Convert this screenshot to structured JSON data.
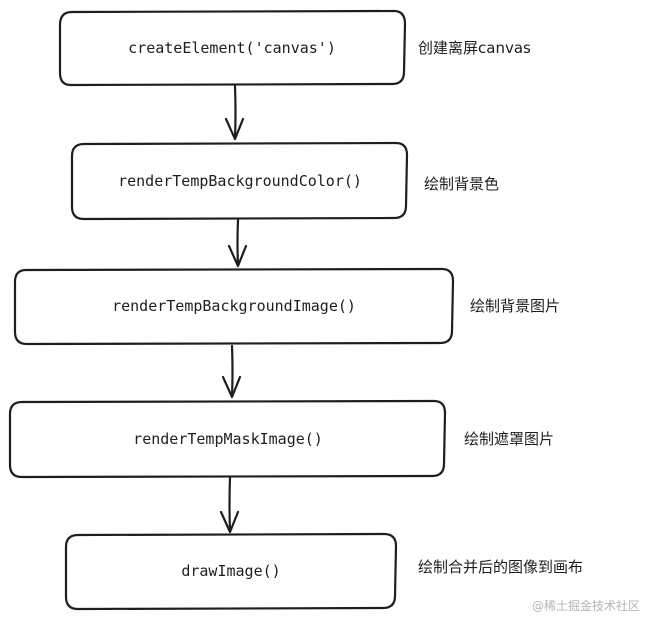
{
  "flow": {
    "steps": [
      {
        "code": "createElement('canvas')",
        "note": "创建离屏canvas"
      },
      {
        "code": "renderTempBackgroundColor()",
        "note": "绘制背景色"
      },
      {
        "code": "renderTempBackgroundImage()",
        "note": "绘制背景图片"
      },
      {
        "code": "renderTempMaskImage()",
        "note": "绘制遮罩图片"
      },
      {
        "code": "drawImage()",
        "note": "绘制合并后的图像到画布"
      }
    ]
  },
  "watermark": "@稀土掘金技术社区"
}
